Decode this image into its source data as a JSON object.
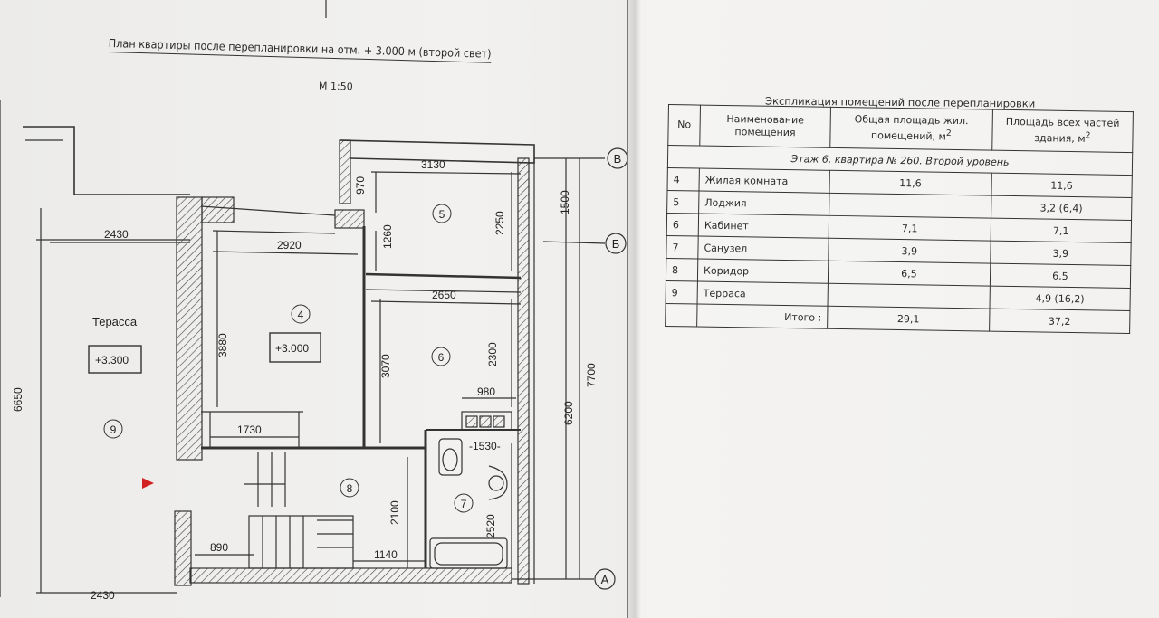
{
  "plan": {
    "title": "План квартиры после перепланировки на отм. + 3.000 м (второй свет)",
    "scale": "М 1:50",
    "axes": [
      "В",
      "Б",
      "А"
    ],
    "rooms": [
      "5",
      "4",
      "6",
      "9",
      "8",
      "7"
    ],
    "terrace_label": "Терасса",
    "terrace_level": "+3.300",
    "room_level": "+3.000",
    "dims": [
      "2430",
      "2920",
      "3130",
      "2650",
      "1730",
      "980",
      "-1530-",
      "890",
      "1140",
      "2430",
      "970",
      "1260",
      "2250",
      "3880",
      "3070",
      "2300",
      "2100",
      "2520",
      "6650",
      "1500",
      "6200",
      "7700"
    ]
  },
  "table": {
    "title": "Экспликация помещений после перепланировки",
    "headers": [
      "No",
      "Наименование помещения",
      "Общая площадь жил. помещений, м",
      "Площадь всех частей здания, м"
    ],
    "section": "Этаж 6, квартира № 260. Второй уровень",
    "rows": [
      {
        "no": "4",
        "name": "Жилая комната",
        "living": "11,6",
        "total": "11,6"
      },
      {
        "no": "5",
        "name": "Лоджия",
        "living": "",
        "total": "3,2 (6,4)"
      },
      {
        "no": "6",
        "name": "Кабинет",
        "living": "7,1",
        "total": "7,1"
      },
      {
        "no": "7",
        "name": "Санузел",
        "living": "3,9",
        "total": "3,9"
      },
      {
        "no": "8",
        "name": "Коридор",
        "living": "6,5",
        "total": "6,5"
      },
      {
        "no": "9",
        "name": "Терраса",
        "living": "",
        "total": "4,9 (16,2)"
      }
    ],
    "total": {
      "label": "Итого :",
      "living": "29,1",
      "total": "37,2"
    }
  }
}
